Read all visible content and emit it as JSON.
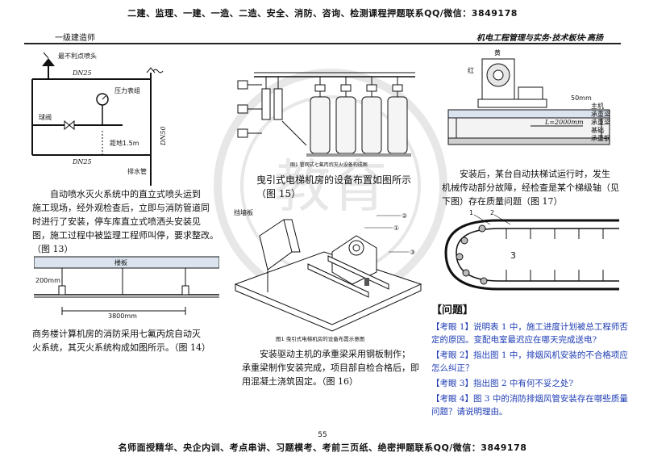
{
  "banner_top": "二建、监理、一建、一造、二造、安全、消防、咨询、检测课程押题联系QQ/微信：3849178",
  "header": {
    "left": "一级建造师",
    "right": "机电工程管理与实务·技术板块·高扬"
  },
  "fig13": {
    "nozzle": "最不利点喷头",
    "dn25_top": "DN25",
    "pressure": "压力表组",
    "ball_valve": "球阀",
    "height": "距地1.5m",
    "dn25_bottom": "DN25",
    "dn50": "DN50",
    "drain": "排水管"
  },
  "fig14": {
    "slab": "楼板",
    "h": "200mm",
    "w": "3800mm"
  },
  "fig15": {
    "caption": "图1  管网式七氟丙烷灭火设备构成图"
  },
  "fig16": {
    "parapet": "挡墙板",
    "caption": "图1  曳引式电梯机房的设备布置示意图",
    "c1": "①",
    "c2": "②",
    "c3": "③"
  },
  "fig17": {
    "yellow": "黄",
    "red": "红",
    "dim": "50mm",
    "main": "主机",
    "beam1": "承重梁",
    "beam2": "承重梁",
    "base": "基础",
    "bracket": "承重钢",
    "dimtext": "L=2000mm"
  },
  "fig18": {
    "n1": "1",
    "n2": "2",
    "n3": "3"
  },
  "paragraphs": {
    "p13": [
      "自动喷水灭火系统中的直立式喷头运到",
      "施工现场，经外观检查后，立即与消防管道同",
      "时进行了安装，停车库直立式喷洒头安装见",
      "图，施工过程中被监理工程师叫停，要求整改。",
      "（图 13）"
    ],
    "p14": [
      "商务楼计算机房的消防采用七氟丙烷自动灭",
      "火系统，其灭火系统构成如图所示。（图 14）"
    ],
    "p15": [
      "曳引式电梯机房的设备布置如图所示",
      "（图 15）"
    ],
    "p16": [
      "安装驱动主机的承重梁采用钢板制作；",
      "承重梁制作安装完成，项目部自检合格后，即",
      "用混凝土浇筑固定。（图 16）"
    ],
    "p17": [
      "安装后，某台自动扶梯试运行时，发生",
      "机械传动部分故障，经检查是某个梯级轴（见",
      "下图）存在质量问题（图 17）"
    ]
  },
  "questions": {
    "title": "【问题】",
    "items": [
      {
        "tag": "【考眼 1】",
        "text": "说明表 1 中，施工进度计划被总工程师否定的原因。变配电室最迟应在哪天完成送电?"
      },
      {
        "tag": "【考眼 2】",
        "text": "指出图 1 中，排烟风机安装的不合格项应怎么纠正？"
      },
      {
        "tag": "【考眼 3】",
        "text": "指出图 2 中有何不妥之处?"
      },
      {
        "tag": "【考眼 4】",
        "text": "图 3 中的消防排烟风管安装存在哪些质量问题？请说明理由。"
      }
    ]
  },
  "page_number": "55",
  "banner_bottom": "名师面授精华、央企内训、考点串讲、习题模考、考前三页纸、绝密押题联系QQ/微信：3849178",
  "watermark_text": "教育"
}
